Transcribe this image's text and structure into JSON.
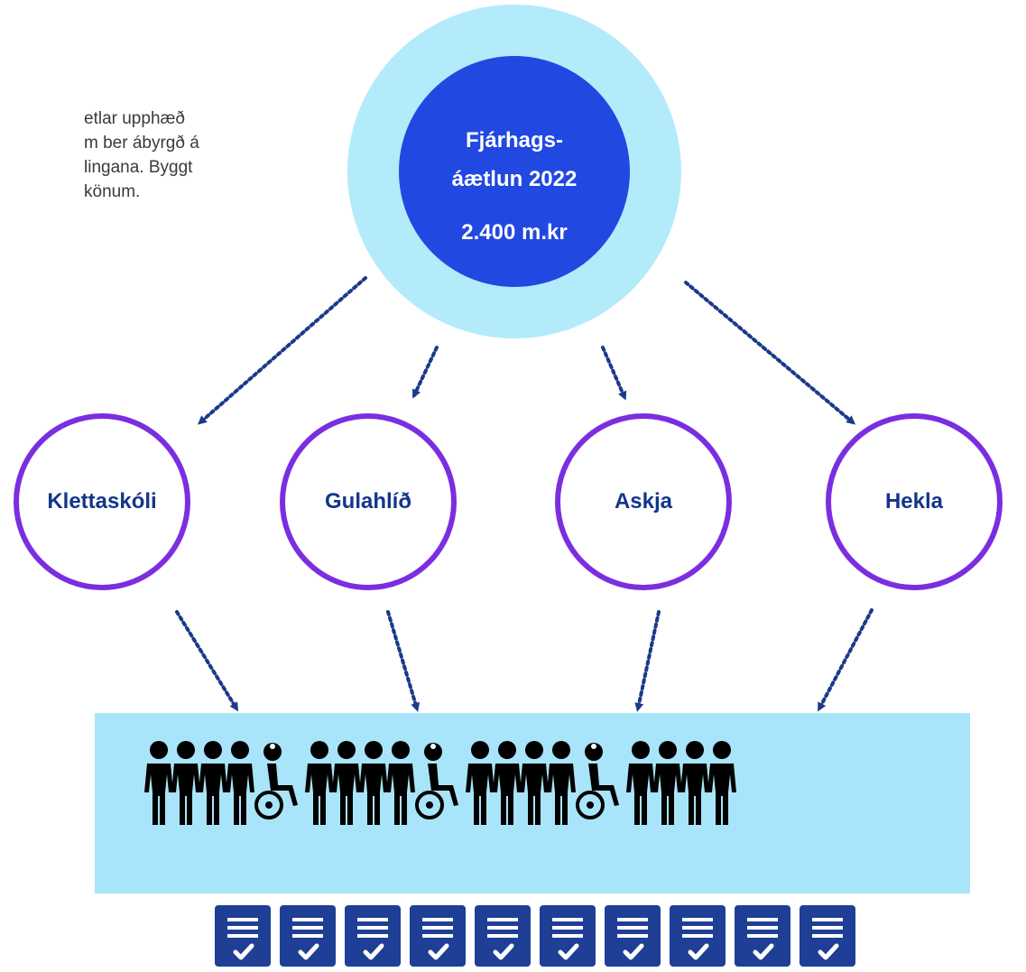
{
  "intro_lines": [
    "etlar upphæð",
    "m ber ábyrgð á",
    "lingana. Byggt",
    "könum."
  ],
  "budget": {
    "line1": "Fjárhags-",
    "line2": "áætlun 2022",
    "amount": "2.400 m.kr"
  },
  "units": [
    {
      "name": "Klettaskóli"
    },
    {
      "name": "Gulahlíð"
    },
    {
      "name": "Askja"
    },
    {
      "name": "Hekla"
    }
  ],
  "people_groups": 4,
  "people_per_group": 4,
  "wheelchair_users": 3,
  "plan_documents": 10,
  "colors": {
    "outer_ring": "#b3ebfb",
    "budget_fill": "#2148e0",
    "unit_border": "#7b2ee0",
    "unit_text": "#12368a",
    "connector": "#1a3a8a",
    "students_bg": "#a9e5fa",
    "document_fill": "#1e3f95"
  },
  "icons": [
    "person-icon",
    "wheelchair-user-icon",
    "document-check-icon"
  ]
}
